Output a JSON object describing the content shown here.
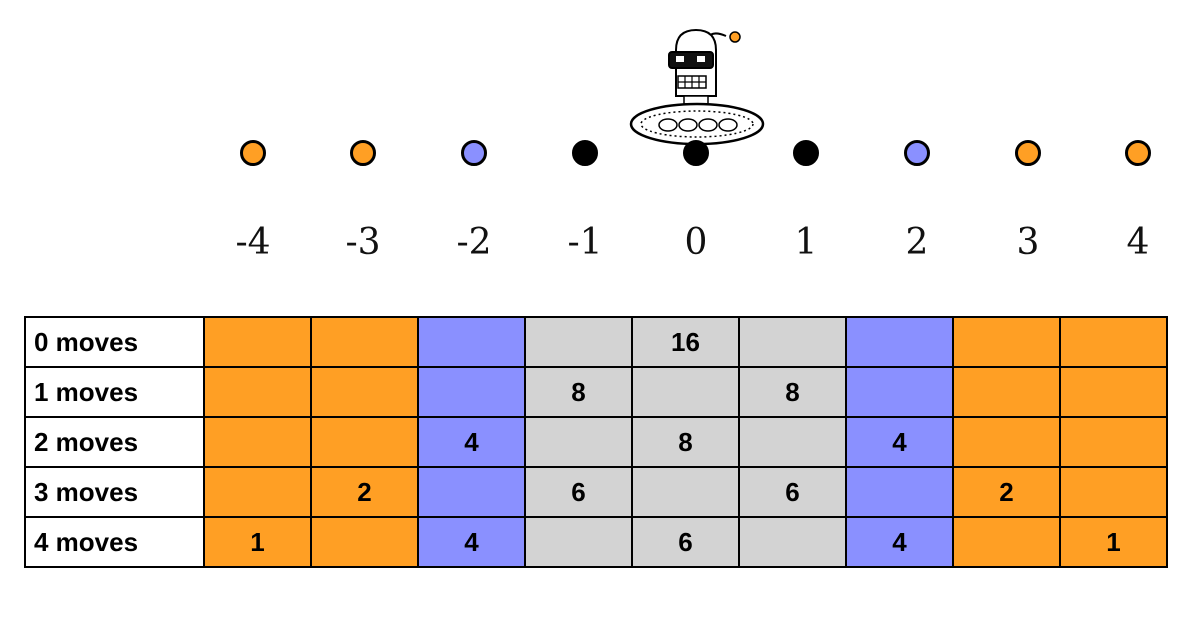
{
  "colors": {
    "orange": "#FF9F24",
    "blue": "#8A90FF",
    "gray": "#D3D3D3",
    "black": "#000000"
  },
  "positions": [
    {
      "label": "-4",
      "color": "orange"
    },
    {
      "label": "-3",
      "color": "orange"
    },
    {
      "label": "-2",
      "color": "blue"
    },
    {
      "label": "-1",
      "color": "black"
    },
    {
      "label": "0",
      "color": "black"
    },
    {
      "label": "1",
      "color": "black"
    },
    {
      "label": "2",
      "color": "blue"
    },
    {
      "label": "3",
      "color": "orange"
    },
    {
      "label": "4",
      "color": "orange"
    }
  ],
  "column_colors": [
    "orange",
    "orange",
    "blue",
    "gray",
    "gray",
    "gray",
    "blue",
    "orange",
    "orange"
  ],
  "rows": [
    {
      "label": "0 moves",
      "values": [
        "",
        "",
        "",
        "",
        "16",
        "",
        "",
        "",
        ""
      ]
    },
    {
      "label": "1 moves",
      "values": [
        "",
        "",
        "",
        "8",
        "",
        "8",
        "",
        "",
        ""
      ]
    },
    {
      "label": "2 moves",
      "values": [
        "",
        "",
        "4",
        "",
        "8",
        "",
        "4",
        "",
        ""
      ]
    },
    {
      "label": "3 moves",
      "values": [
        "",
        "2",
        "",
        "6",
        "",
        "6",
        "",
        "2",
        ""
      ]
    },
    {
      "label": "4 moves",
      "values": [
        "1",
        "",
        "4",
        "",
        "6",
        "",
        "4",
        "",
        "1"
      ]
    }
  ],
  "robot": {
    "icon": "robot-icon",
    "position": "0"
  }
}
